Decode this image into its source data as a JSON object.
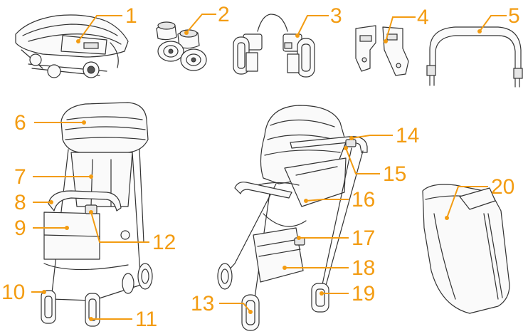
{
  "accent_color": "#f39c12",
  "callouts": [
    {
      "id": "1",
      "label": "1"
    },
    {
      "id": "2",
      "label": "2"
    },
    {
      "id": "3",
      "label": "3"
    },
    {
      "id": "4",
      "label": "4"
    },
    {
      "id": "5",
      "label": "5"
    },
    {
      "id": "6",
      "label": "6"
    },
    {
      "id": "7",
      "label": "7"
    },
    {
      "id": "8",
      "label": "8"
    },
    {
      "id": "9",
      "label": "9"
    },
    {
      "id": "10",
      "label": "10"
    },
    {
      "id": "11",
      "label": "11"
    },
    {
      "id": "12",
      "label": "12"
    },
    {
      "id": "13",
      "label": "13"
    },
    {
      "id": "14",
      "label": "14"
    },
    {
      "id": "15",
      "label": "15"
    },
    {
      "id": "16",
      "label": "16"
    },
    {
      "id": "17",
      "label": "17"
    },
    {
      "id": "18",
      "label": "18"
    },
    {
      "id": "19",
      "label": "19"
    },
    {
      "id": "20",
      "label": "20"
    }
  ]
}
